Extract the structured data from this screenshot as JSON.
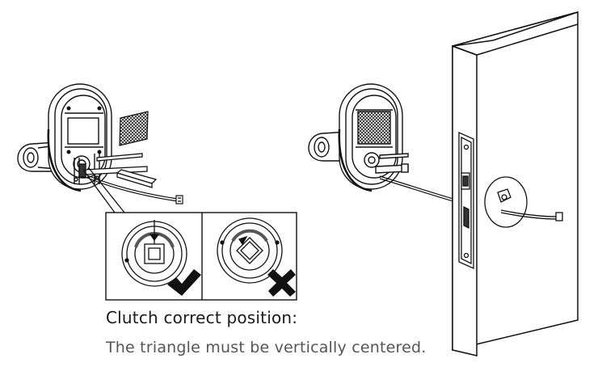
{
  "caption": {
    "title": "Clutch correct position:",
    "subtitle": "The triangle must be vertically centered."
  },
  "panels": [
    {
      "name": "correct",
      "icon": "check-icon"
    },
    {
      "name": "incorrect",
      "icon": "cross-icon"
    }
  ],
  "colors": {
    "line": "#111111",
    "shade": "#888888",
    "fill": "#ffffff"
  }
}
